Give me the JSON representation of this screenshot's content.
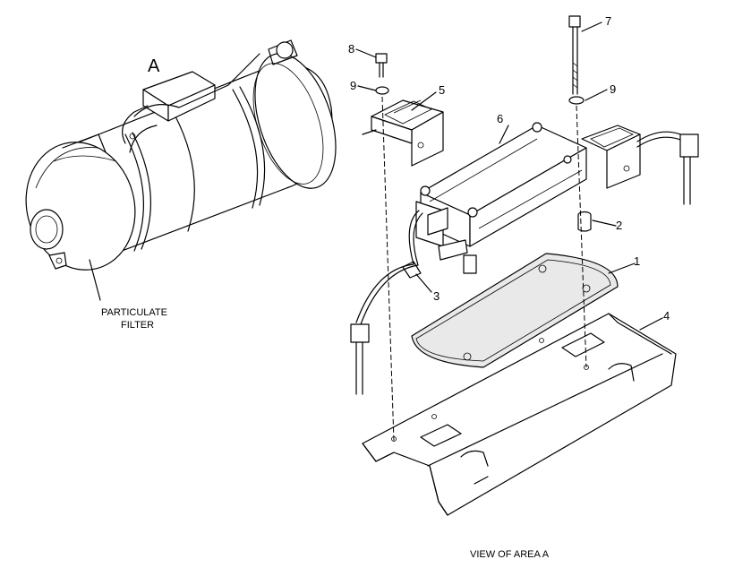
{
  "diagram": {
    "area_label": "A",
    "filter_label_line1": "PARTICULATE",
    "filter_label_line2": "FILTER",
    "view_caption": "VIEW OF AREA A",
    "callouts": {
      "c1": "1",
      "c2": "2",
      "c3": "3",
      "c4": "4",
      "c5": "5",
      "c6": "6",
      "c7": "7",
      "c8": "8",
      "c9a": "9",
      "c9b": "9"
    }
  }
}
